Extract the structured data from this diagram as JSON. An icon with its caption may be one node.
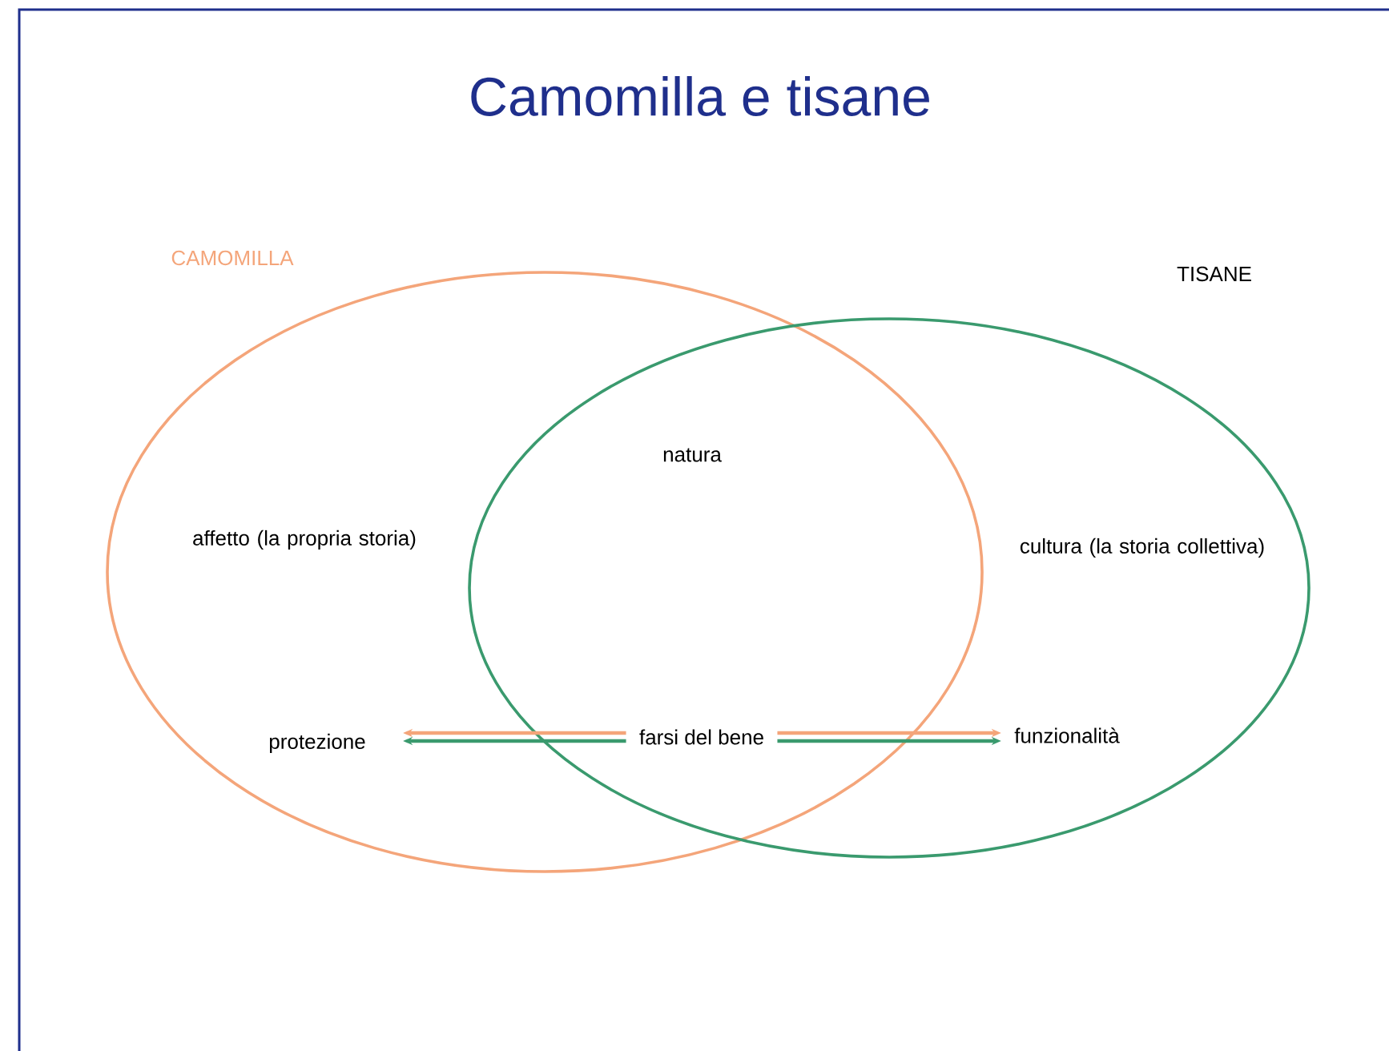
{
  "diagram": {
    "title": "Camomilla e tisane",
    "nodes": [
      {
        "text": [
          "CAMOMILLA"
        ]
      },
      {
        "text": [
          "TISANE"
        ]
      },
      {
        "text": [
          "protezione"
        ],
        "in": 0
      },
      {
        "text": [
          "farsi del bene"
        ]
      },
      {
        "text": [
          "funzionalità"
        ],
        "in": 1
      }
    ],
    "edges": [
      {
        "from": 3,
        "to": 2,
        "arrow": "to",
        "color": "#3a9a6e"
      },
      {
        "from": 3,
        "to": 2,
        "arrow": "to",
        "color": "#f4a57a"
      },
      {
        "from": 3,
        "to": 4,
        "arrow": "to",
        "color": "#3a9a6e"
      },
      {
        "from": 3,
        "to": 4,
        "arrow": "to",
        "color": "#f4a57a"
      }
    ],
    "labels": [
      "natura",
      "affetto (la propria storia)",
      "cultura (la storia collettiva)"
    ]
  }
}
